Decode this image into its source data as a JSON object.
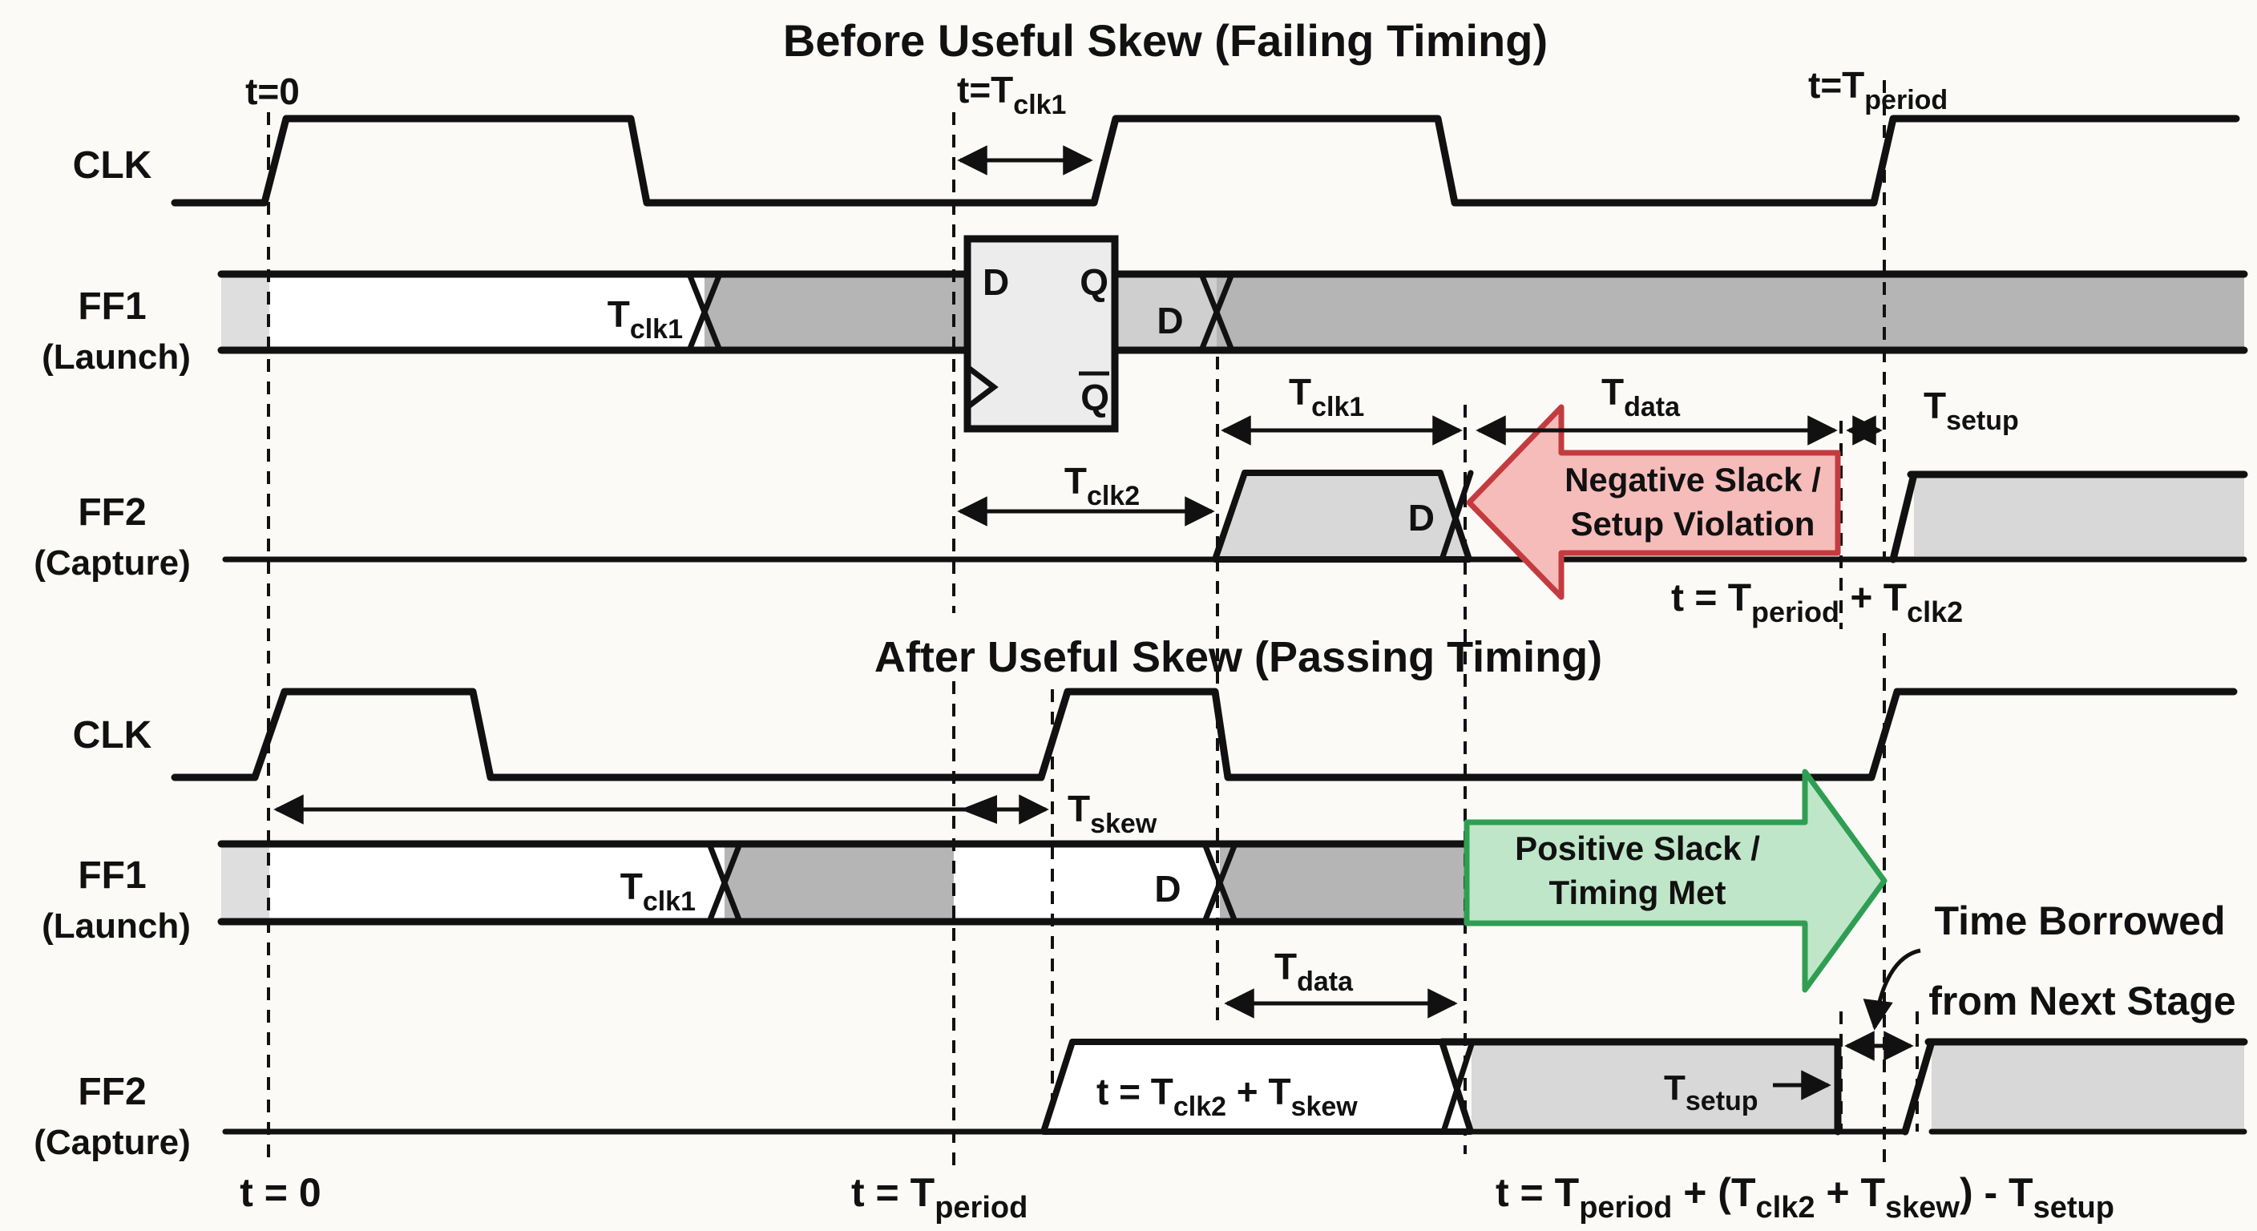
{
  "colors": {
    "background": "#fbfaf7",
    "ink": "#111111",
    "band_dark": "#b5b5b5",
    "band_light": "#d8d8d8",
    "band_pale": "#dedede",
    "band_mid": "#cfcfcf",
    "ffbox_fill": "#ececec",
    "red_fill": "#f6bcba",
    "red_border": "#c43b3f",
    "green_fill": "#bfe6c8",
    "green_border": "#2f9e53"
  },
  "top": {
    "title": "Before Useful Skew (Failing Timing)",
    "clk_label": "CLK",
    "ff1_label": "FF1",
    "ff1_sublabel": "(Launch)",
    "ff2_label": "FF2",
    "ff2_sublabel": "(Capture)",
    "marker_t0": "t=0",
    "marker_tclk1": {
      "main": "t=T",
      "sub": "clk1"
    },
    "marker_tperiod": {
      "main": "t=T",
      "sub": "period"
    },
    "ff1_band_label": {
      "main": "T",
      "sub": "clk1"
    },
    "ffbox": {
      "d": "D",
      "q": "Q",
      "qbar": "Q"
    },
    "ff1_d_label": "D",
    "tclk2_arrow_label": {
      "main": "T",
      "sub": "clk2"
    },
    "ff2_d_label": "D",
    "tclk1_arrow_label": {
      "main": "T",
      "sub": "clk1"
    },
    "tdata_arrow_label": {
      "main": "T",
      "sub": "data"
    },
    "tsetup_label": {
      "main": "T",
      "sub": "setup"
    },
    "violation_line1": "Negative Slack /",
    "violation_line2": "Setup Violation",
    "capture_eq": {
      "p1": "t = T",
      "s1": "period",
      "p2": " + T",
      "s2": "clk2"
    }
  },
  "bottom": {
    "title": "After Useful Skew (Passing Timing)",
    "clk_label": "CLK",
    "ff1_label": "FF1",
    "ff1_sublabel": "(Launch)",
    "ff2_label": "FF2",
    "ff2_sublabel": "(Capture)",
    "tskew_label": {
      "main": "T",
      "sub": "skew"
    },
    "ff1_band_label": {
      "main": "T",
      "sub": "clk1"
    },
    "ff1_d_label": "D",
    "slack_line1": "Positive Slack /",
    "slack_line2": "Timing Met",
    "tdata_arrow_label": {
      "main": "T",
      "sub": "data"
    },
    "ff2_pulse_eq": {
      "p1": "t = T",
      "s1": "clk2",
      "p2": " + T",
      "s2": "skew"
    },
    "tsetup_label": {
      "main": "T",
      "sub": "setup"
    },
    "borrow_line1": "Time Borrowed",
    "borrow_line2": "from Next Stage",
    "axis_t0": "t = 0",
    "axis_tperiod": {
      "p1": "t = T",
      "s1": "period"
    },
    "axis_final": {
      "p1": "t = T",
      "s1": "period",
      "p2": " + (T",
      "s2": "clk2",
      "p3": " + T",
      "s3": "skew",
      "p4": ") - T",
      "s4": "setup"
    }
  }
}
